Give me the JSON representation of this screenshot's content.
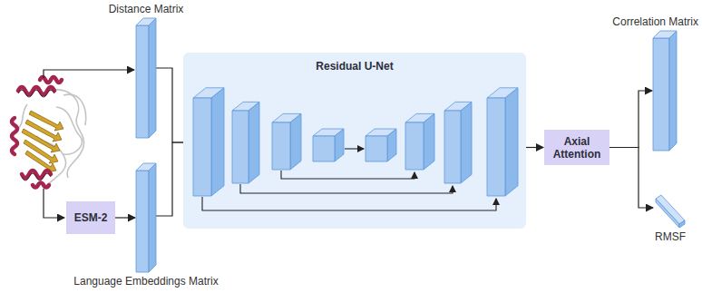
{
  "diagram": {
    "nodes": [
      {
        "text": [
          "Distance Matrix"
        ]
      },
      {
        "text": [
          "ESM-2"
        ]
      },
      {
        "text": [
          "Language Embeddings Matrix"
        ]
      },
      {
        "text": [
          "Residual U-Net"
        ]
      },
      {
        "text": [
          "Axial Attention"
        ]
      },
      {
        "text": [
          "Correlation Matrix"
        ]
      },
      {
        "text": [
          "RMSF"
        ]
      }
    ],
    "edges": [
      {
        "from": 1,
        "to": 2,
        "arrow": "to"
      },
      {
        "from": 0,
        "to": 3,
        "arrow": "to"
      },
      {
        "from": 2,
        "to": 3,
        "arrow": "to"
      },
      {
        "from": 3,
        "to": 4,
        "arrow": "to"
      },
      {
        "from": 4,
        "to": 5,
        "arrow": "to"
      },
      {
        "from": 4,
        "to": 6,
        "arrow": "to"
      }
    ]
  }
}
